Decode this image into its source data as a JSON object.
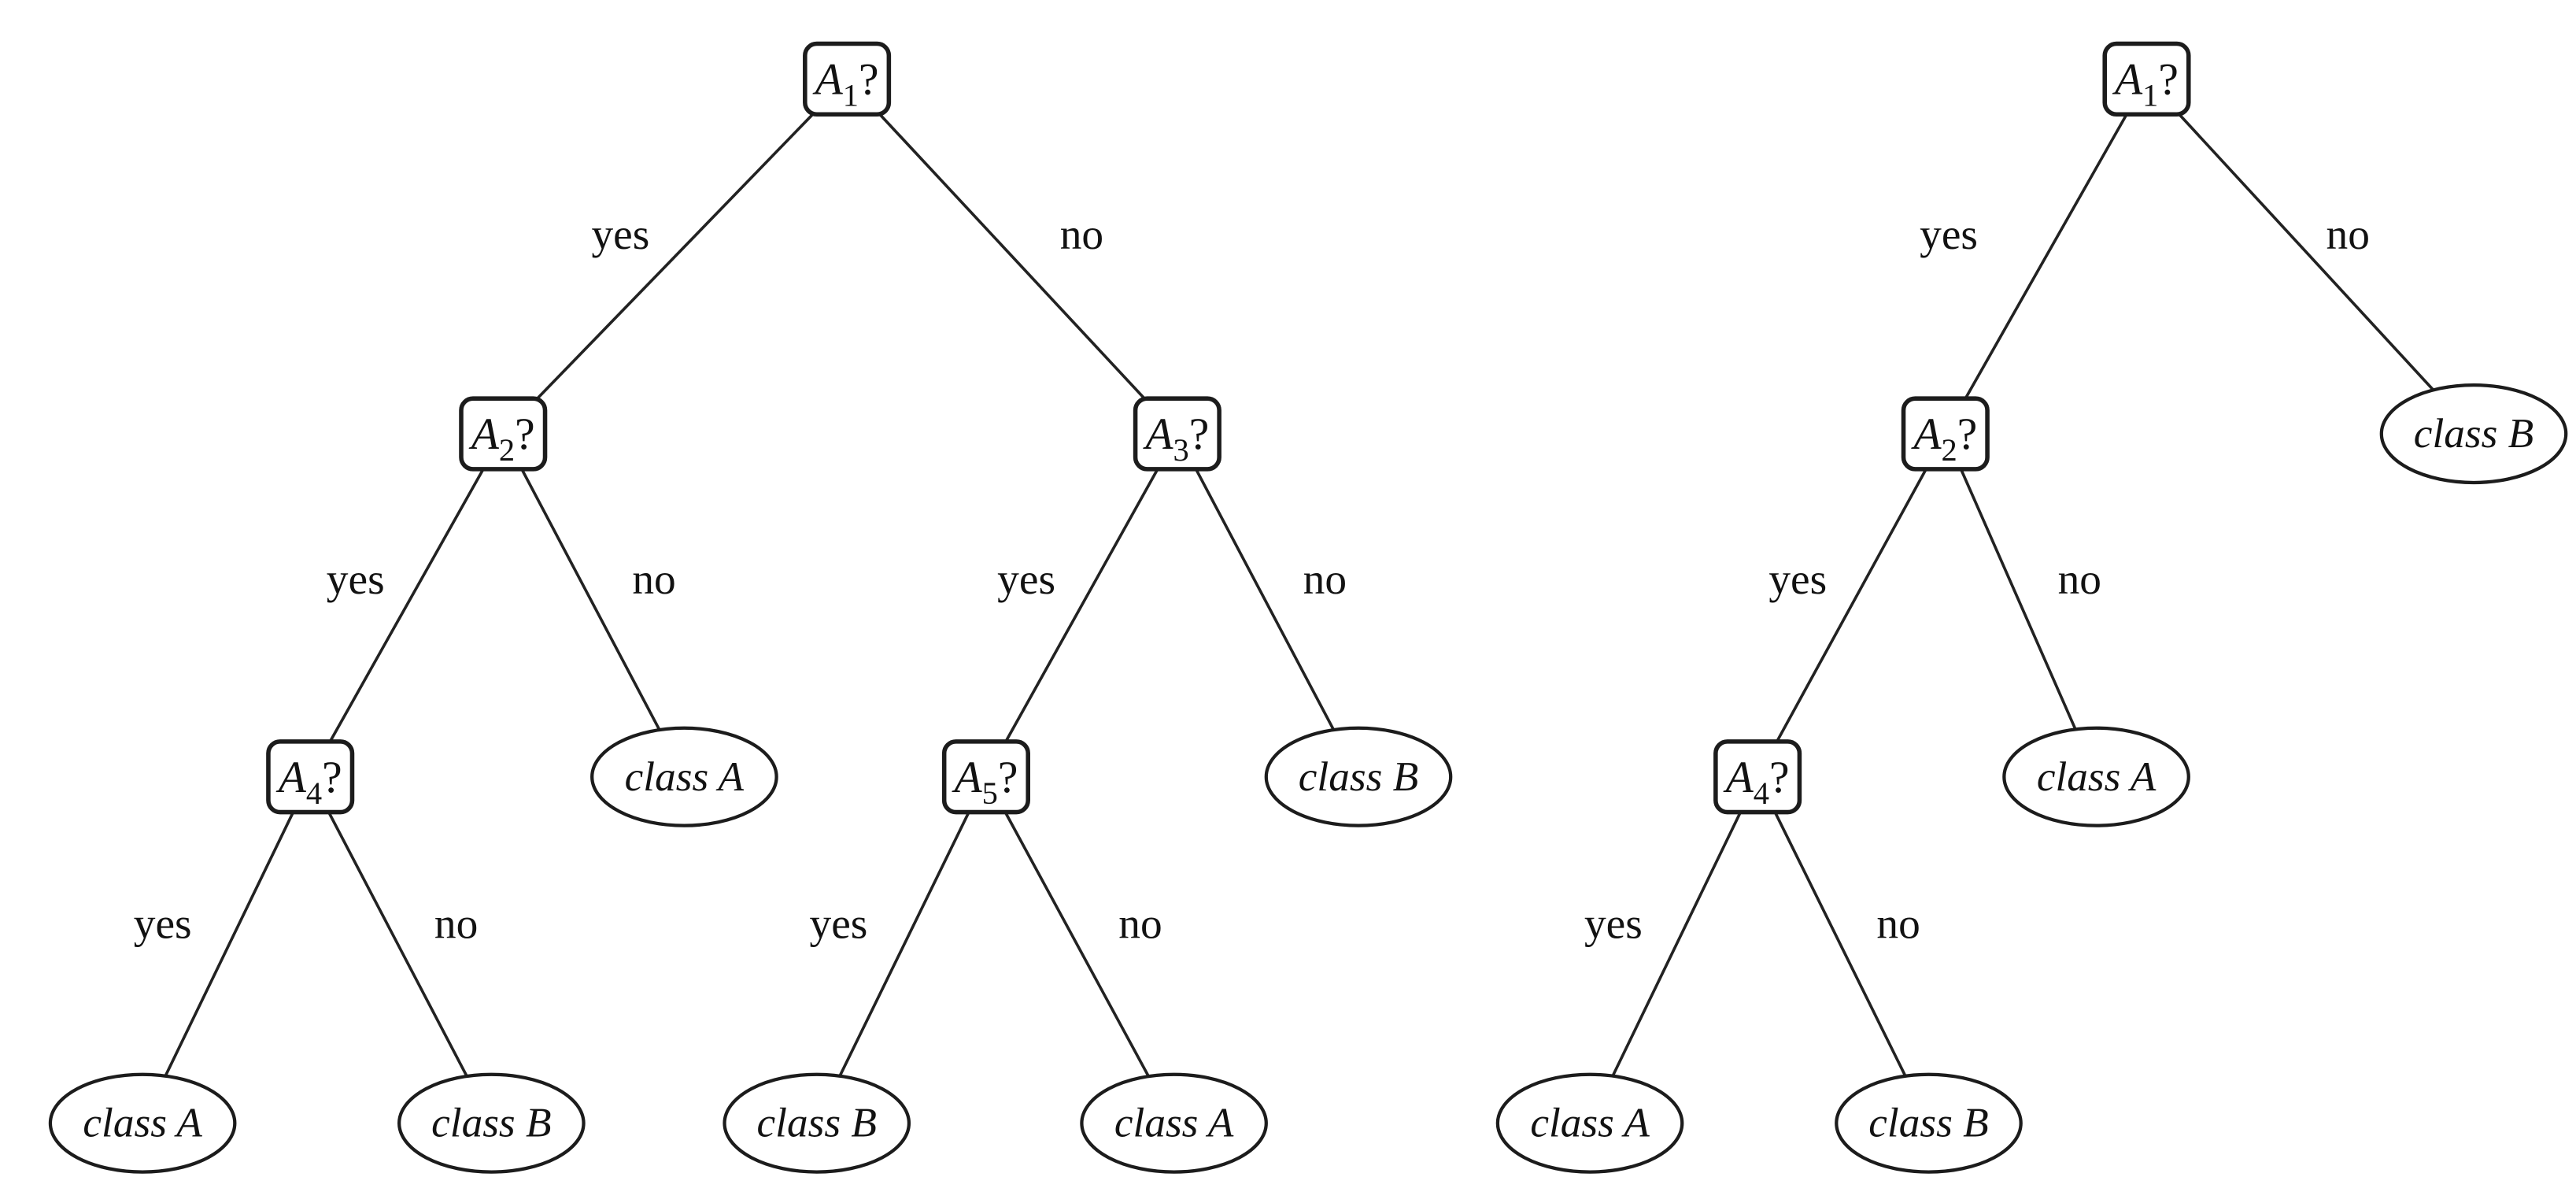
{
  "diagram": {
    "edge_label_yes": "yes",
    "edge_label_no": "no",
    "ink_color": "#1c1c1c",
    "background": "#ffffff",
    "left_tree": {
      "a1": {
        "base": "A",
        "sub": "1",
        "mark": "?"
      },
      "a2": {
        "base": "A",
        "sub": "2",
        "mark": "?"
      },
      "a3": {
        "base": "A",
        "sub": "3",
        "mark": "?"
      },
      "a4": {
        "base": "A",
        "sub": "4",
        "mark": "?"
      },
      "a5": {
        "base": "A",
        "sub": "5",
        "mark": "?"
      },
      "leaf_a2_no": "class A",
      "leaf_a3_no": "class B",
      "leaf_a4_yes": "class A",
      "leaf_a4_no": "class B",
      "leaf_a5_yes": "class B",
      "leaf_a5_no": "class A"
    },
    "right_tree": {
      "a1": {
        "base": "A",
        "sub": "1",
        "mark": "?"
      },
      "a2": {
        "base": "A",
        "sub": "2",
        "mark": "?"
      },
      "a4": {
        "base": "A",
        "sub": "4",
        "mark": "?"
      },
      "leaf_a1_no": "class B",
      "leaf_a2_no": "class A",
      "leaf_a4_yes": "class A",
      "leaf_a4_no": "class B"
    }
  }
}
